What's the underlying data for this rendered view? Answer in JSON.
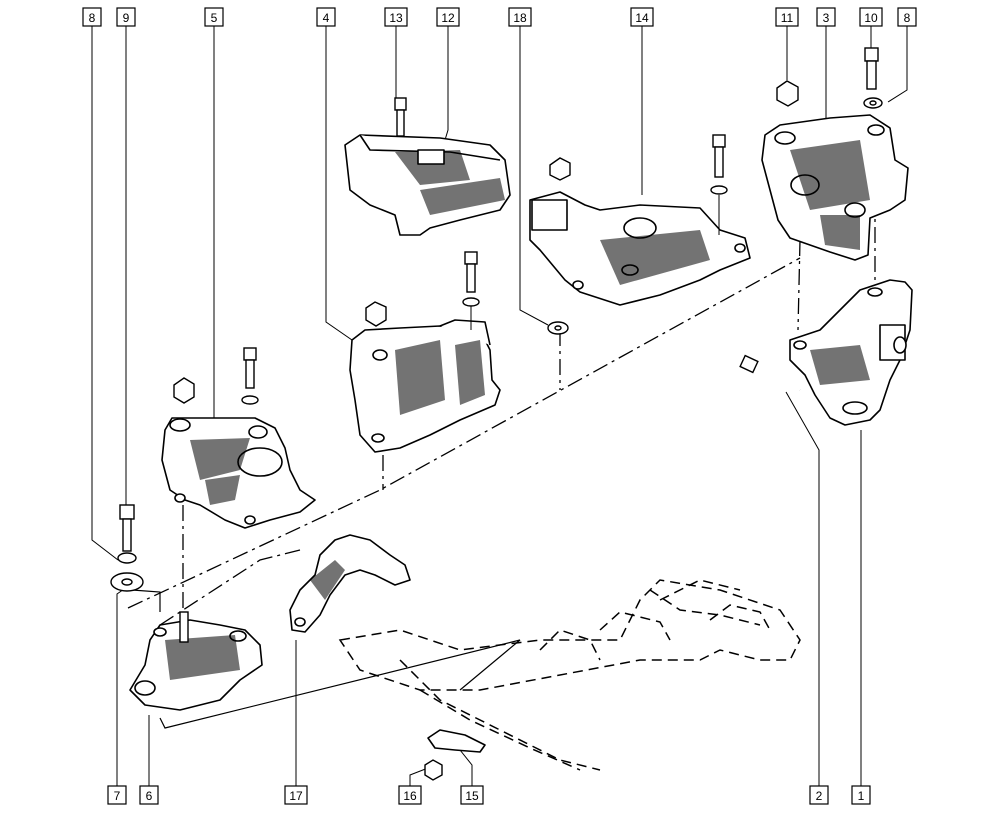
{
  "callouts": [
    {
      "id": "top-8",
      "label": "8"
    },
    {
      "id": "top-9",
      "label": "9"
    },
    {
      "id": "top-5",
      "label": "5"
    },
    {
      "id": "top-4",
      "label": "4"
    },
    {
      "id": "top-13",
      "label": "13"
    },
    {
      "id": "top-12",
      "label": "12"
    },
    {
      "id": "top-18",
      "label": "18"
    },
    {
      "id": "top-14",
      "label": "14"
    },
    {
      "id": "top-11",
      "label": "11"
    },
    {
      "id": "top-3",
      "label": "3"
    },
    {
      "id": "top-10",
      "label": "10"
    },
    {
      "id": "top-8b",
      "label": "8"
    },
    {
      "id": "bot-7",
      "label": "7"
    },
    {
      "id": "bot-6",
      "label": "6"
    },
    {
      "id": "bot-17",
      "label": "17"
    },
    {
      "id": "bot-16",
      "label": "16"
    },
    {
      "id": "bot-15",
      "label": "15"
    },
    {
      "id": "bot-2",
      "label": "2"
    },
    {
      "id": "bot-1",
      "label": "1"
    }
  ]
}
